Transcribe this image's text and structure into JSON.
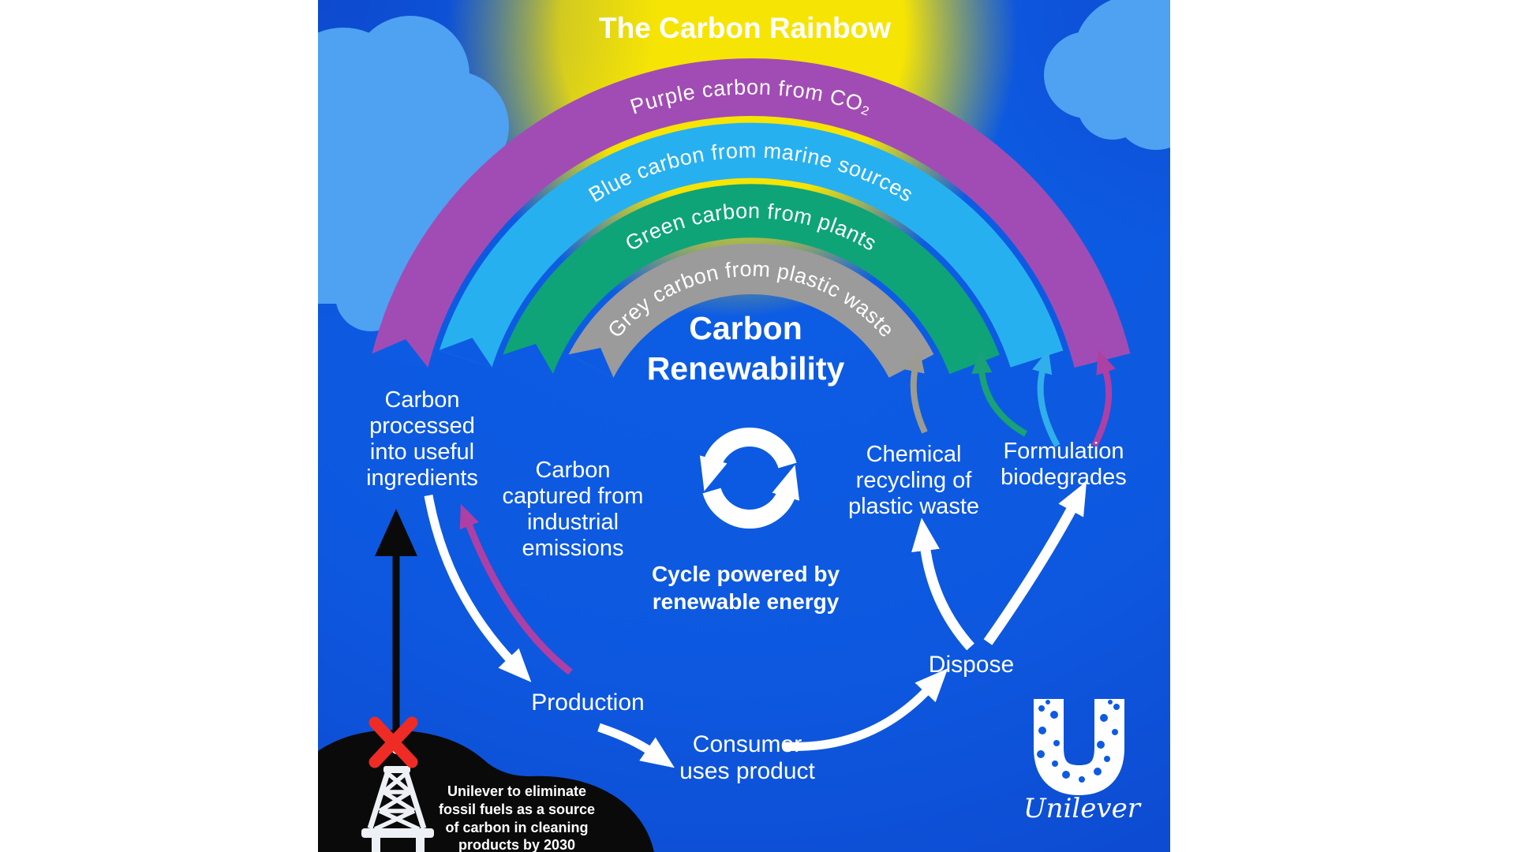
{
  "title": "The Carbon Rainbow",
  "colors": {
    "sky": "#0D5CE4",
    "sun": "#F6E404",
    "cloud": "#4FA1F2",
    "title_text": "#1A58CC",
    "purple": "#A14CB4",
    "blue": "#27B0EF",
    "green": "#0EA478",
    "grey": "#9B9B9B",
    "magenta_arrow": "#AE3FA4",
    "blue_arrow": "#30AFEA",
    "green_arrow": "#18A276",
    "grey_arrow": "#9D9A92",
    "white": "#FFFFFF",
    "black": "#0A0A0A",
    "red_x": "#EE2C25"
  },
  "rainbow": {
    "bands": [
      {
        "name": "purple-carbon",
        "label": "Purple carbon from CO₂"
      },
      {
        "name": "blue-carbon",
        "label": "Blue carbon from marine sources"
      },
      {
        "name": "green-carbon",
        "label": "Green carbon from plants"
      },
      {
        "name": "grey-carbon",
        "label": "Grey carbon from plastic waste"
      }
    ]
  },
  "heading": {
    "lines": [
      "Carbon",
      "Renewability"
    ]
  },
  "cycle_caption": {
    "lines": [
      "Cycle powered by",
      "renewable energy"
    ]
  },
  "labels": {
    "processed": {
      "lines": [
        "Carbon",
        "processed",
        "into useful",
        "ingredients"
      ]
    },
    "captured": {
      "lines": [
        "Carbon",
        "captured from",
        "industrial",
        "emissions"
      ]
    },
    "chemical": {
      "lines": [
        "Chemical",
        "recycling of",
        "plastic waste"
      ]
    },
    "formulation": {
      "lines": [
        "Formulation",
        "biodegrades"
      ]
    },
    "production": "Production",
    "consumer": {
      "lines": [
        "Consumer",
        "uses product"
      ]
    },
    "dispose": "Dispose"
  },
  "footnote": {
    "lines": [
      "Unilever to eliminate",
      "fossil fuels as a source",
      "of carbon in cleaning",
      "products by 2030"
    ]
  },
  "logo": {
    "wordmark": "Unilever"
  }
}
